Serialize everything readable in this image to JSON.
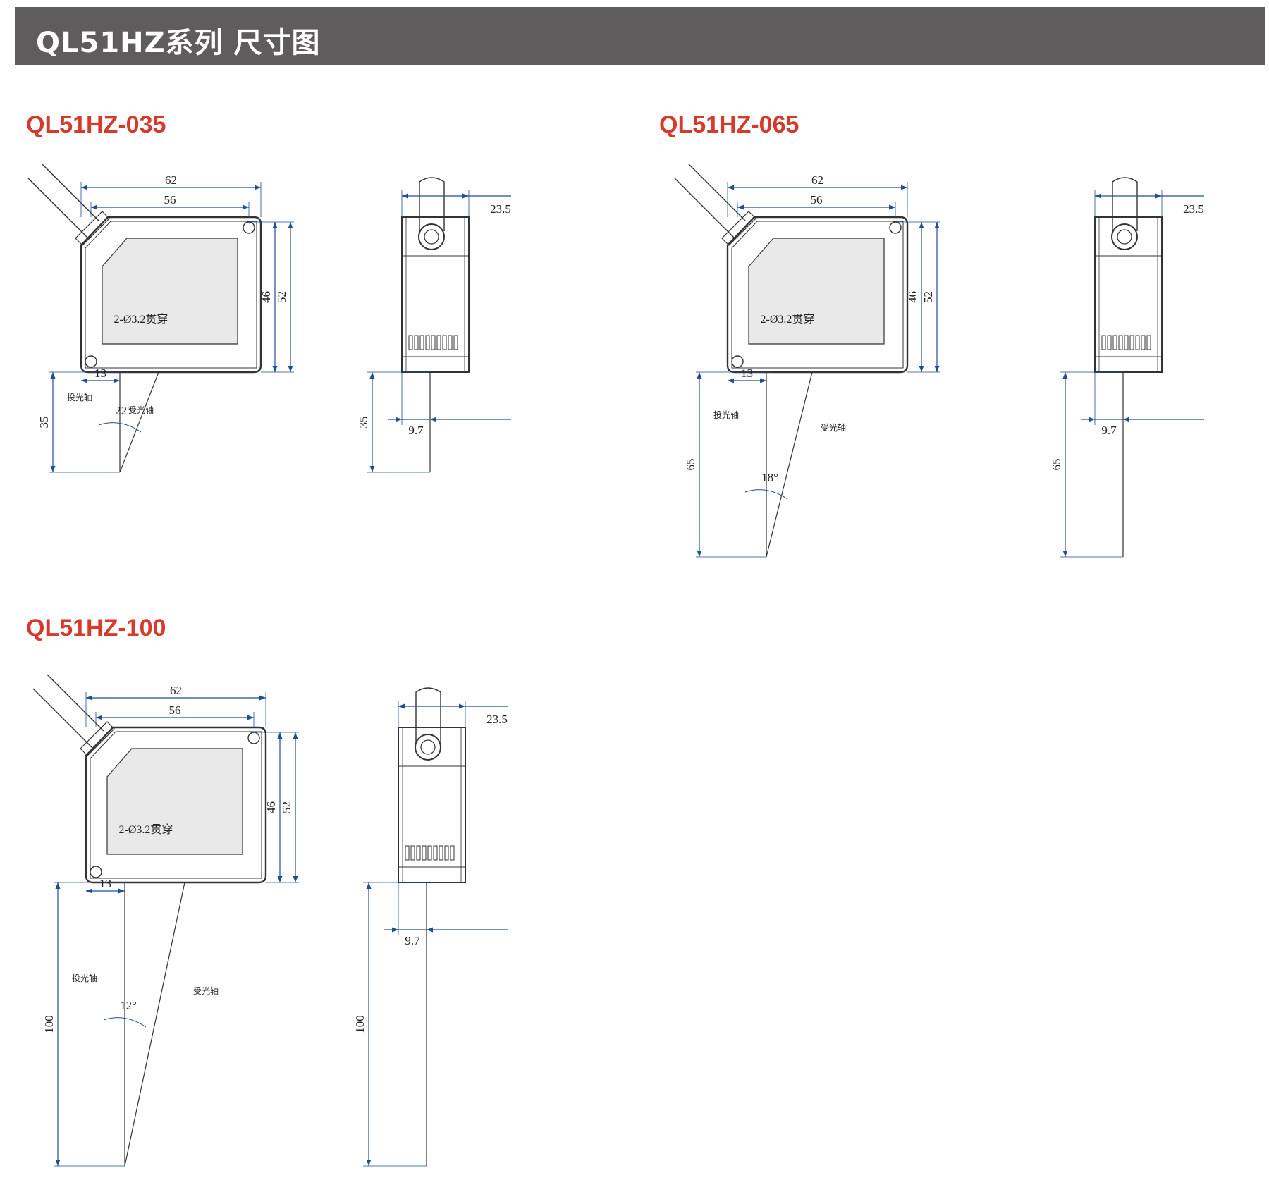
{
  "header": {
    "title": "QL51HZ系列 尺寸图"
  },
  "colors": {
    "header_bg": "#5e5c5d",
    "model_title": "#d63a2a",
    "outline": "#333333",
    "dimension": "#1f4e96",
    "window_fill": "#e9e9e9"
  },
  "models": [
    {
      "name": "QL51HZ-035",
      "front": {
        "w_outer": "62",
        "w_inner": "56",
        "h_inner": "46",
        "h_outer": "52",
        "hole": "2-Ø3.2贯穿",
        "offset": "13",
        "distance": "35",
        "angle": "22°",
        "emit_axis": "投光轴",
        "receive_axis": "受光轴"
      },
      "side": {
        "depth": "23.5",
        "offset": "9.7",
        "distance": "35"
      }
    },
    {
      "name": "QL51HZ-065",
      "front": {
        "w_outer": "62",
        "w_inner": "56",
        "h_inner": "46",
        "h_outer": "52",
        "hole": "2-Ø3.2贯穿",
        "offset": "13",
        "distance": "65",
        "angle": "18°",
        "emit_axis": "投光轴",
        "receive_axis": "受光轴"
      },
      "side": {
        "depth": "23.5",
        "offset": "9.7",
        "distance": "65"
      }
    },
    {
      "name": "QL51HZ-100",
      "front": {
        "w_outer": "62",
        "w_inner": "56",
        "h_inner": "46",
        "h_outer": "52",
        "hole": "2-Ø3.2贯穿",
        "offset": "13",
        "distance": "100",
        "angle": "12°",
        "emit_axis": "投光轴",
        "receive_axis": "受光轴"
      },
      "side": {
        "depth": "23.5",
        "offset": "9.7",
        "distance": "100"
      }
    }
  ]
}
